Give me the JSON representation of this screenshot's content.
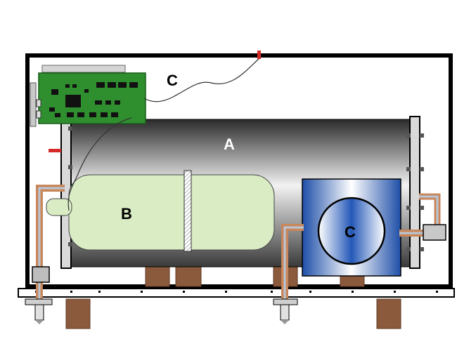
{
  "labels": {
    "cylinder": "A",
    "bag": "B",
    "circuit_board": "C",
    "box": "C"
  },
  "colors": {
    "frame": "#000000",
    "board": "#2f8f2f",
    "chip": "#111111",
    "bag_fill": "#d9ecc4",
    "copper_pipe": "#c8875a",
    "pipe_core": "#b9c7d8",
    "wood_post": "#8b5a3c",
    "wire_tip": "#d62a2a"
  }
}
